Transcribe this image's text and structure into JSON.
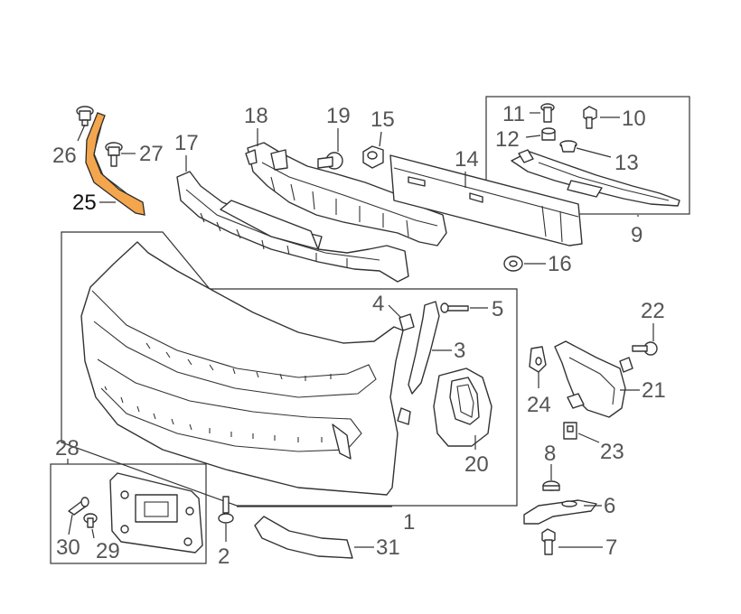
{
  "diagram": {
    "highlight_color": "#f3a64d",
    "callouts": {
      "c1": "1",
      "c2": "2",
      "c3": "3",
      "c4": "4",
      "c5": "5",
      "c6": "6",
      "c7": "7",
      "c8": "8",
      "c9": "9",
      "c10": "10",
      "c11": "11",
      "c12": "12",
      "c13": "13",
      "c14": "14",
      "c15": "15",
      "c16": "16",
      "c17": "17",
      "c18": "18",
      "c19": "19",
      "c20": "20",
      "c21": "21",
      "c22": "22",
      "c23": "23",
      "c24": "24",
      "c25": "25",
      "c26": "26",
      "c27": "27",
      "c28": "28",
      "c29": "29",
      "c30": "30",
      "c31": "31"
    }
  }
}
